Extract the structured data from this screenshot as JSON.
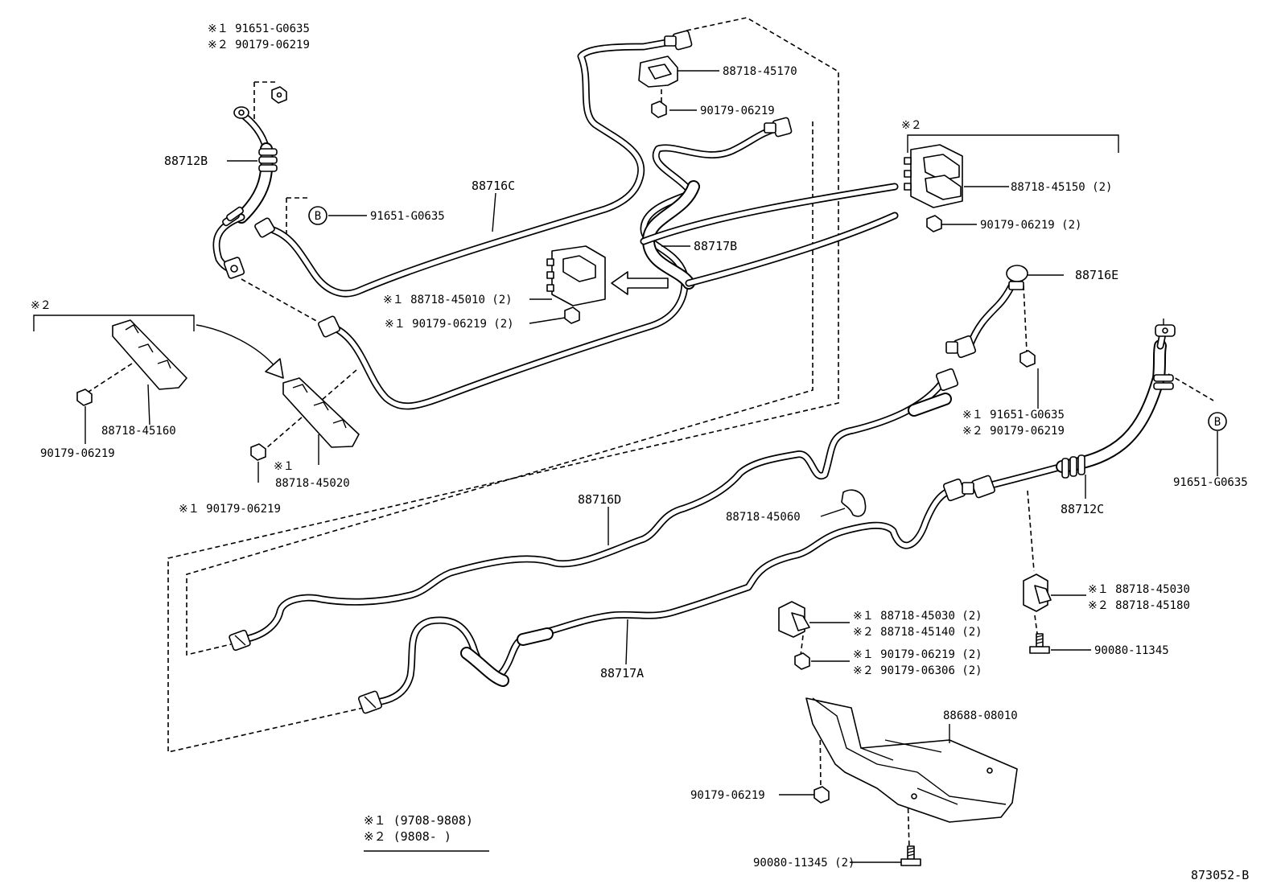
{
  "labels": {
    "top_clamp_note1": "※１ 91651-G0635",
    "top_clamp_note2": "※２ 90179-06219",
    "p88712B": "88712B",
    "p88716C": "88716C",
    "b_bolt_top": "91651-G0635",
    "b_marker_top": "B",
    "p88718_45170": "88718-45170",
    "p90179_top": "90179-06219",
    "p88717B": "88717B",
    "note2_right_top": "※２",
    "p88718_45150": "88718-45150 (2)",
    "p90179_right": "90179-06219 (2)",
    "p88718_45010": "※１ 88718-45010 (2)",
    "p90179_mid": "※１ 90179-06219 (2)",
    "p88716E": "88716E",
    "note2_left": "※２",
    "p88718_45160": "88718-45160",
    "p90179_left": "90179-06219",
    "note1_small": "※１",
    "p88718_45020": "88718-45020",
    "p90179_left2": "※１ 90179-06219",
    "e_clamp_note1": "※１ 91651-G0635",
    "e_clamp_note2": "※２ 90179-06219",
    "b_marker_right": "B",
    "b_bolt_right": "91651-G0635",
    "p88716D": "88716D",
    "p88718_45060": "88718-45060",
    "p88712C": "88712C",
    "r_clamp_note1": "※１ 88718-45030",
    "r_clamp_note2": "※２ 88718-45180",
    "m_clamp_note1": "※１ 88718-45030 (2)",
    "m_clamp_note2": "※２ 88718-45140 (2)",
    "p90080_11345": "90080-11345",
    "m_nut_note1": "※１ 90179-06219 (2)",
    "m_nut_note2": "※２ 90179-06306 (2)",
    "p88717A": "88717A",
    "p88688_08010": "88688-08010",
    "p90179_bottom": "90179-06219",
    "p90080_11345_2": "90080-11345 (2)",
    "legend1": "※１ (9708-9808)",
    "legend2": "※２ (9808-        )",
    "diagram_id": "873052-B"
  }
}
